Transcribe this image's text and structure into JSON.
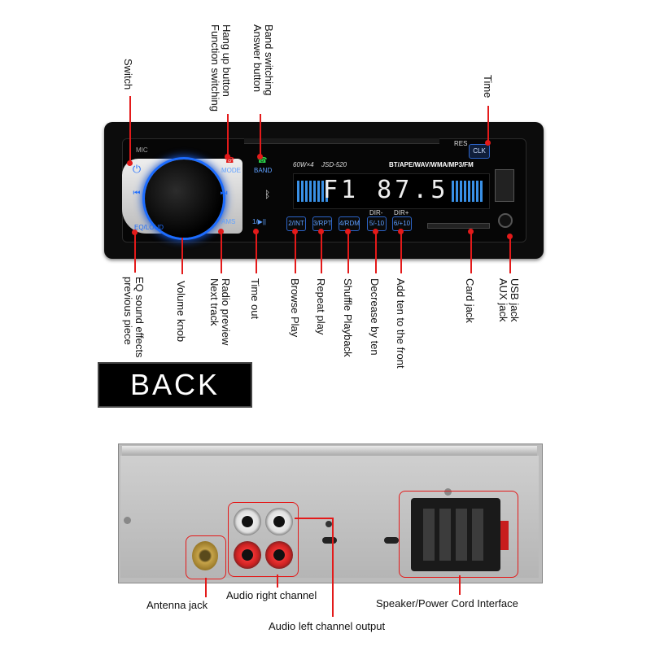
{
  "front": {
    "labels": {
      "switch": "Switch",
      "hang_up": "Hang up button\nFunction switching",
      "band": "Band switching\nAnswer button",
      "time": "Time",
      "eq": "EQ sound effects\nprevious piece",
      "volume": "Volume knob",
      "radio": "Radio preview\nNext track",
      "time_out": "Time out",
      "browse": "Browse Play",
      "repeat": "Repeat play",
      "shuffle": "Shuffle Playback",
      "decrease": "Decrease by ten",
      "add": "Add ten to the front",
      "card": "Card jack",
      "usb": "USB jack\nAUX jack"
    },
    "panel": {
      "mic": "MIC",
      "mode": "MODE",
      "band": "BAND",
      "res": "RES",
      "clk": "CLK",
      "power_rating": "60W×4",
      "model": "JSD-520",
      "formats": "BT/APE/WAV/WMA/MP3/FM",
      "display": "F1 87.5",
      "eq_loud": "EQ/LOUD",
      "ams": "AMS",
      "play_pause": "1/▶||",
      "dir_minus": "DIR-",
      "dir_plus": "DIR+",
      "presets": [
        "2/INT",
        "3/RPT",
        "4/RDM",
        "5/-10",
        "6/+10"
      ]
    }
  },
  "back_label": "BACK",
  "rear": {
    "labels": {
      "antenna": "Antenna jack",
      "audio_right": "Audio right channel",
      "audio_left": "Audio left channel output",
      "speaker": "Speaker/Power Cord Interface"
    }
  },
  "colors": {
    "callout": "#e31a1a",
    "accent_blue": "#1c6cff"
  }
}
